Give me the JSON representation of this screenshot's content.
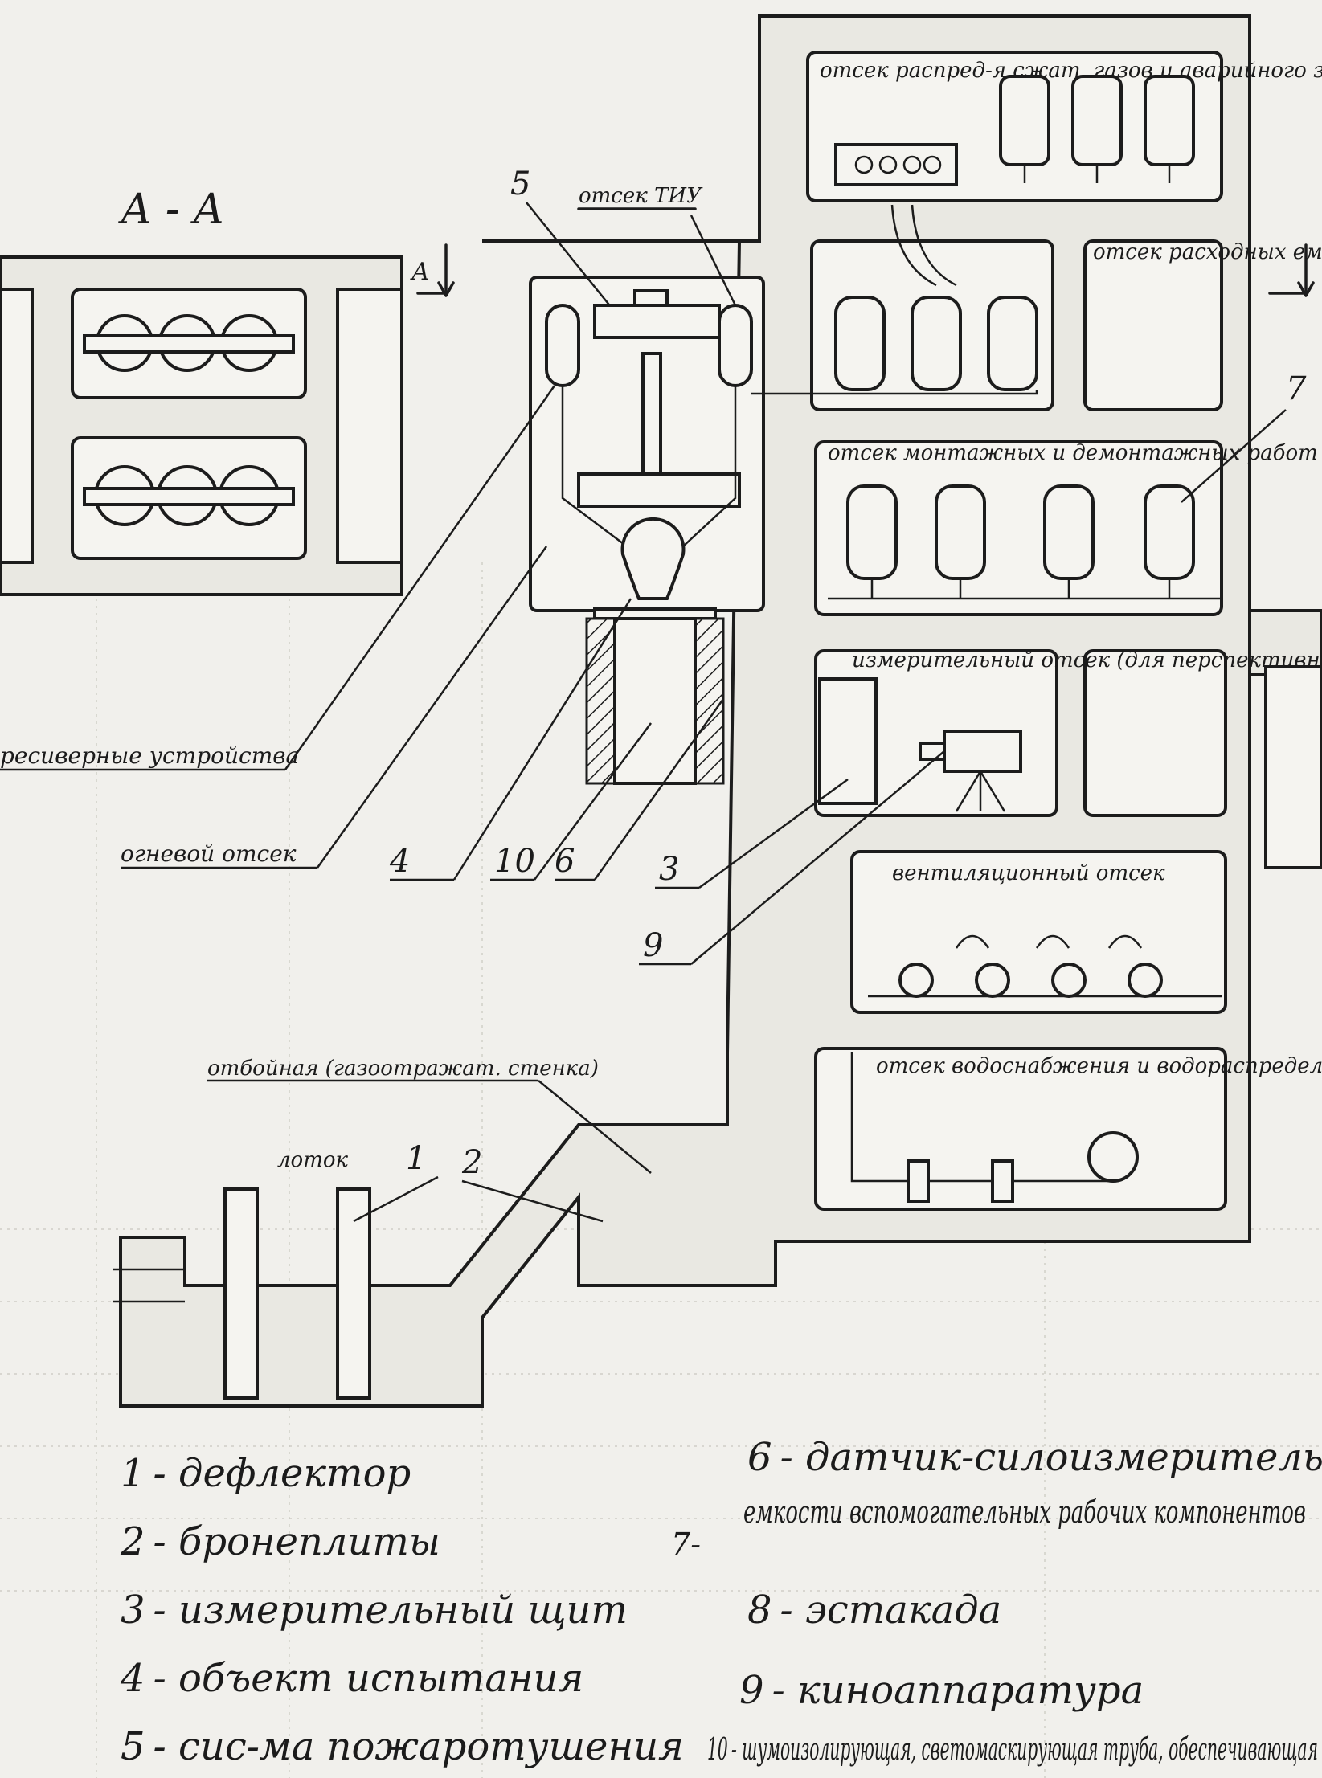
{
  "section_label": "А - А",
  "section_marker": "А",
  "rooms": {
    "gas_distribution": "отсек распред-я сжат. газов и аварийного запаса",
    "tiu": "отсек ТИУ",
    "supply_tanks": "отсек расходных емкостей",
    "mounting": "отсек монтажных и демонтажных работ",
    "measuring": "измерительный отсек (для перспективных компонентов)",
    "ventilation": "вентиляционный отсек",
    "water": "отсек водоснабжения и водораспределения"
  },
  "labels": {
    "receiver": "ресиверные устройства",
    "fire_room": "огневой отсек",
    "gas_wall": "отбойная (газоотражат. стенка)",
    "tray": "лоток"
  },
  "callouts": [
    "1",
    "2",
    "3",
    "4",
    "5",
    "6",
    "7",
    "9",
    "10"
  ],
  "legend": [
    {
      "num": "1",
      "text": "- дефлектор"
    },
    {
      "num": "2",
      "text": "- бронеплиты"
    },
    {
      "num": "3",
      "text": "- измерительный щит"
    },
    {
      "num": "4",
      "text": "- объект испытания"
    },
    {
      "num": "5",
      "text": "- сис-ма пожаротушения"
    },
    {
      "num": "6",
      "text": "- датчик-силоизмеритель"
    },
    {
      "num": "7-",
      "text": "емкости вспомогательных рабочих компонентов"
    },
    {
      "num": "8",
      "text": "- эстакада"
    },
    {
      "num": "9",
      "text": "- киноаппаратура"
    },
    {
      "num": "10",
      "text": "- шумоизолирующая, светомаскирующая труба, обеспечивающая"
    }
  ]
}
